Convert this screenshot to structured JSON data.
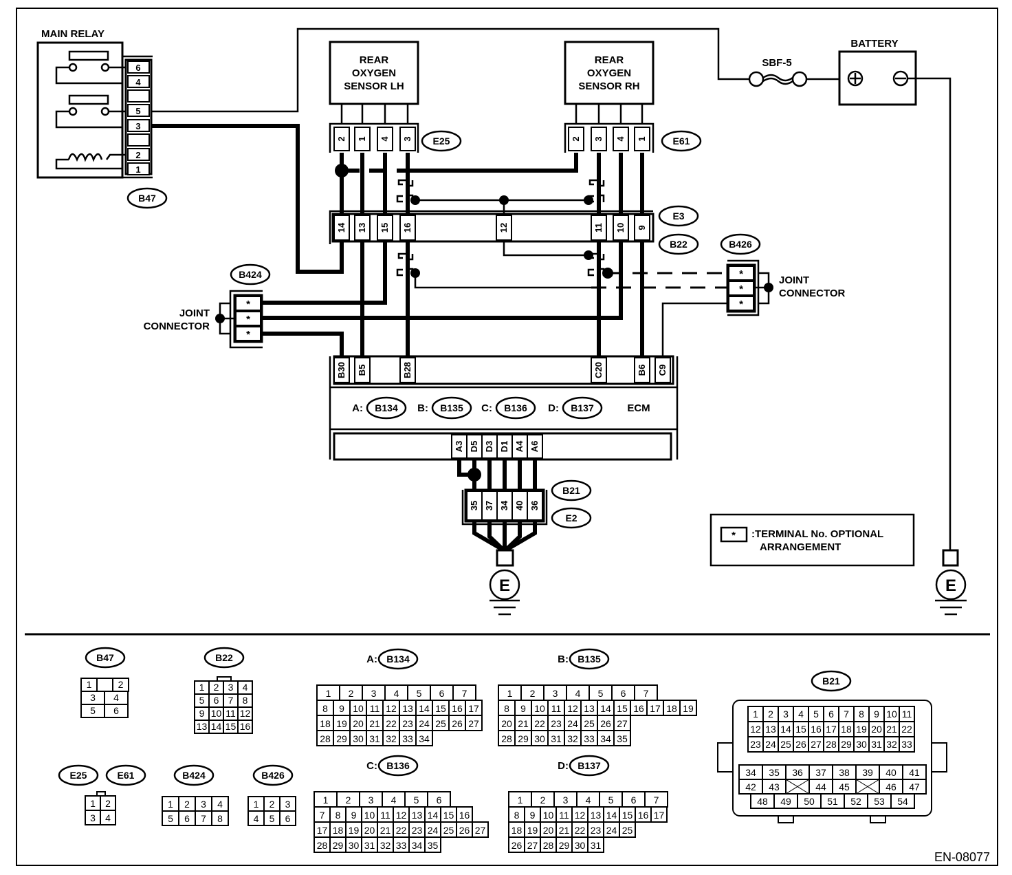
{
  "document_code": "EN-08077",
  "legend": {
    "symbol": "*",
    "text_line1": ":TERMINAL No. OPTIONAL",
    "text_line2": "ARRANGEMENT"
  },
  "main_relay": {
    "title": "MAIN RELAY",
    "connector": "B47",
    "pins": [
      "6",
      "4",
      "",
      "5",
      "3",
      "",
      "2",
      "1"
    ]
  },
  "fuse": {
    "label": "SBF-5"
  },
  "battery": {
    "label": "BATTERY",
    "plus": "+",
    "minus": "−"
  },
  "sensor_lh": {
    "line1": "REAR",
    "line2": "OXYGEN",
    "line3": "SENSOR LH",
    "connector": "E25",
    "pins": [
      "2",
      "1",
      "4",
      "3"
    ]
  },
  "sensor_rh": {
    "line1": "REAR",
    "line2": "OXYGEN",
    "line3": "SENSOR RH",
    "connector": "E61",
    "pins": [
      "2",
      "3",
      "4",
      "1"
    ]
  },
  "mid_connector": {
    "ids": [
      "E3",
      "B22"
    ],
    "pins": [
      "14",
      "13",
      "15",
      "16",
      "12",
      "11",
      "10",
      "9"
    ]
  },
  "joint_left": {
    "connector": "B424",
    "label_line1": "JOINT",
    "label_line2": "CONNECTOR",
    "pins": [
      "*",
      "*",
      "*"
    ]
  },
  "joint_right": {
    "connector": "B426",
    "label_line1": "JOINT",
    "label_line2": "CONNECTOR",
    "pins": [
      "*",
      "*",
      "*"
    ]
  },
  "ecm": {
    "label": "ECM",
    "top_pins": [
      "B30",
      "B5",
      "B28",
      "C20",
      "B6",
      "C9"
    ],
    "bottom_pins": [
      "A3",
      "D5",
      "D3",
      "D1",
      "A4",
      "A6"
    ],
    "connectors": [
      {
        "prefix": "A:",
        "id": "B134"
      },
      {
        "prefix": "B:",
        "id": "B135"
      },
      {
        "prefix": "C:",
        "id": "B136"
      },
      {
        "prefix": "D:",
        "id": "B137"
      }
    ]
  },
  "ground_connector": {
    "ids": [
      "B21",
      "E2"
    ],
    "pins": [
      "35",
      "37",
      "34",
      "40",
      "36"
    ]
  },
  "ground_label": "E",
  "connector_faces": {
    "B47": {
      "label": "B47",
      "rows": [
        [
          "1",
          "",
          "2"
        ],
        [
          "3",
          "4"
        ],
        [
          "5",
          "6"
        ]
      ]
    },
    "B22": {
      "label": "B22",
      "rows": [
        [
          "1",
          "2",
          "3",
          "4"
        ],
        [
          "5",
          "6",
          "7",
          "8"
        ],
        [
          "9",
          "10",
          "11",
          "12"
        ],
        [
          "13",
          "14",
          "15",
          "16"
        ]
      ]
    },
    "E25_E61": {
      "labels": [
        "E25",
        "E61"
      ],
      "rows": [
        [
          "1",
          "2"
        ],
        [
          "3",
          "4"
        ]
      ]
    },
    "B424": {
      "label": "B424",
      "rows": [
        [
          "1",
          "2",
          "3",
          "4"
        ],
        [
          "5",
          "6",
          "7",
          "8"
        ]
      ]
    },
    "B426": {
      "label": "B426",
      "rows": [
        [
          "1",
          "2",
          "3"
        ],
        [
          "4",
          "5",
          "6"
        ]
      ]
    },
    "B134": {
      "prefix": "A:",
      "label": "B134",
      "rows": [
        [
          "1",
          "2",
          "3",
          "4",
          "5",
          "6",
          "7"
        ],
        [
          "8",
          "9",
          "10",
          "11",
          "12",
          "13",
          "14",
          "15",
          "16",
          "17"
        ],
        [
          "18",
          "19",
          "20",
          "21",
          "22",
          "23",
          "24",
          "25",
          "26",
          "27"
        ],
        [
          "28",
          "29",
          "30",
          "31",
          "32",
          "33",
          "34"
        ]
      ]
    },
    "B135": {
      "prefix": "B:",
      "label": "B135",
      "rows": [
        [
          "1",
          "2",
          "3",
          "4",
          "5",
          "6",
          "7"
        ],
        [
          "8",
          "9",
          "10",
          "11",
          "12",
          "13",
          "14",
          "15",
          "16",
          "17",
          "18",
          "19"
        ],
        [
          "20",
          "21",
          "22",
          "23",
          "24",
          "25",
          "26",
          "27"
        ],
        [
          "28",
          "29",
          "30",
          "31",
          "32",
          "33",
          "34",
          "35"
        ]
      ]
    },
    "B136": {
      "prefix": "C:",
      "label": "B136",
      "rows": [
        [
          "1",
          "2",
          "3",
          "4",
          "5",
          "6"
        ],
        [
          "7",
          "8",
          "9",
          "10",
          "11",
          "12",
          "13",
          "14",
          "15",
          "16"
        ],
        [
          "17",
          "18",
          "19",
          "20",
          "21",
          "22",
          "23",
          "24",
          "25",
          "26",
          "27"
        ],
        [
          "28",
          "29",
          "30",
          "31",
          "32",
          "33",
          "34",
          "35"
        ]
      ]
    },
    "B137": {
      "prefix": "D:",
      "label": "B137",
      "rows": [
        [
          "1",
          "2",
          "3",
          "4",
          "5",
          "6",
          "7"
        ],
        [
          "8",
          "9",
          "10",
          "11",
          "12",
          "13",
          "14",
          "15",
          "16",
          "17"
        ],
        [
          "18",
          "19",
          "20",
          "21",
          "22",
          "23",
          "24",
          "25"
        ],
        [
          "26",
          "27",
          "28",
          "29",
          "30",
          "31"
        ]
      ]
    },
    "B21": {
      "label": "B21",
      "rows": [
        [
          "1",
          "2",
          "3",
          "4",
          "5",
          "6",
          "7",
          "8",
          "9",
          "10",
          "11"
        ],
        [
          "12",
          "13",
          "14",
          "15",
          "16",
          "17",
          "18",
          "19",
          "20",
          "21",
          "22"
        ],
        [
          "23",
          "24",
          "25",
          "26",
          "27",
          "28",
          "29",
          "30",
          "31",
          "32",
          "33"
        ],
        [
          "34",
          "35",
          "36",
          "37",
          "38",
          "39",
          "40",
          "41"
        ],
        [
          "42",
          "43",
          "X",
          "44",
          "45",
          "X",
          "46",
          "47"
        ],
        [
          "48",
          "49",
          "50",
          "51",
          "52",
          "53",
          "54"
        ]
      ]
    }
  }
}
